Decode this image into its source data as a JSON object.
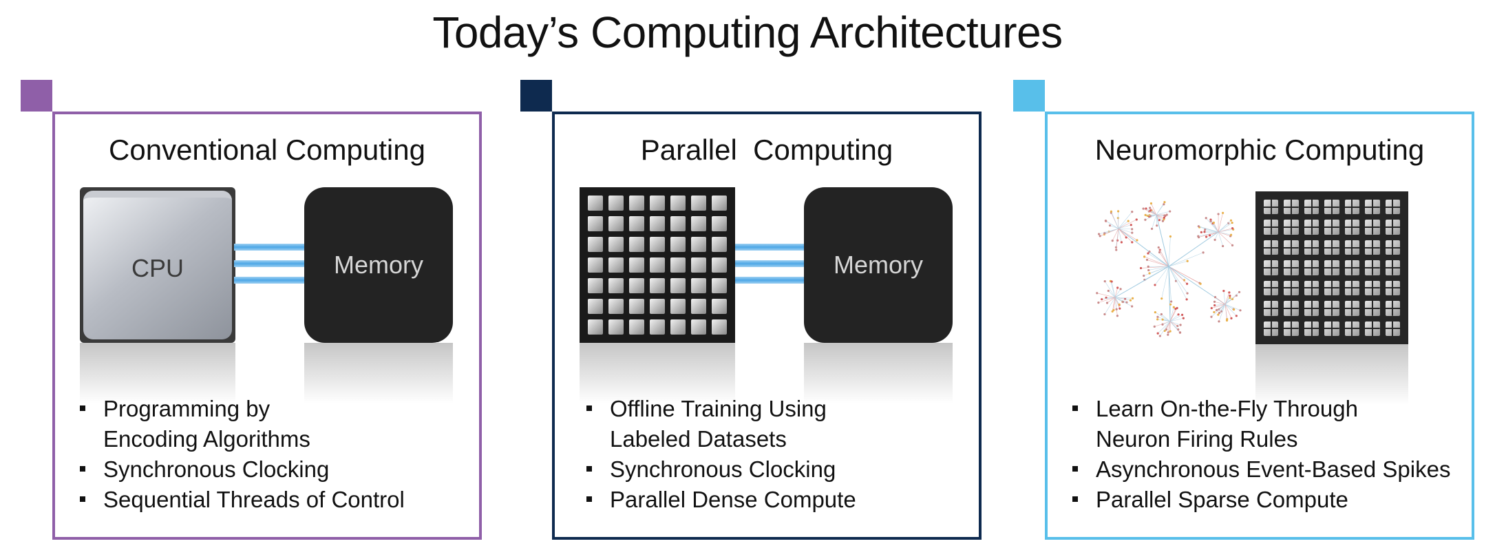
{
  "title": "Today’s Computing Architectures",
  "colors": {
    "conventional": "#8f5fa8",
    "parallel": "#0e2a4f",
    "neuromorphic": "#58bfea",
    "bus": "#4da7e6",
    "memory": "#232323"
  },
  "panels": [
    {
      "title": "Conventional Computing",
      "chip_label": "CPU",
      "memory_label": "Memory",
      "bullets": [
        {
          "line1": "Programming by",
          "line2": "Encoding Algorithms"
        },
        {
          "line1": "Synchronous Clocking"
        },
        {
          "line1": "Sequential Threads of Control"
        }
      ]
    },
    {
      "title": "Parallel  Computing",
      "memory_label": "Memory",
      "bullets": [
        {
          "line1": "Offline Training Using",
          "line2": "Labeled Datasets"
        },
        {
          "line1": "Synchronous Clocking"
        },
        {
          "line1": "Parallel Dense Compute"
        }
      ]
    },
    {
      "title": "Neuromorphic Computing",
      "bullets": [
        {
          "line1": "Learn On-the-Fly Through",
          "line2": "Neuron Firing Rules"
        },
        {
          "line1": "Asynchronous Event-Based Spikes"
        },
        {
          "line1": "Parallel Sparse Compute"
        }
      ]
    }
  ]
}
